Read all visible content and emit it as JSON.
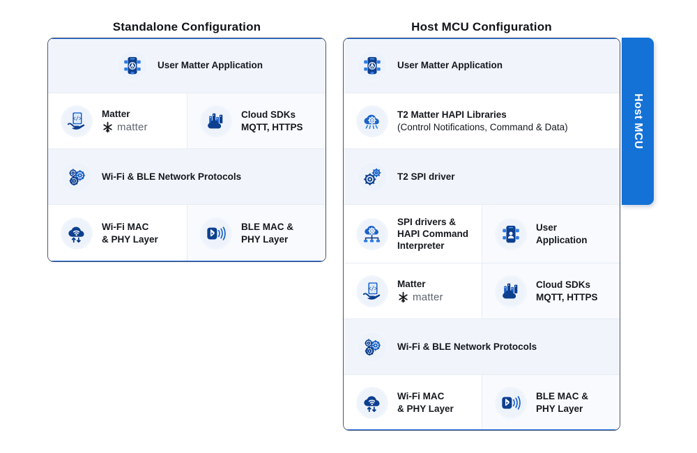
{
  "columns": {
    "left": {
      "title": "Standalone Configuration"
    },
    "right": {
      "title": "Host MCU Configuration"
    }
  },
  "host_tab": {
    "label": "Host MCU",
    "color": "#1471d6"
  },
  "theme": {
    "panel_border": "#4a5370",
    "panel_accent": "#1f6fe0",
    "row_tint": "#f1f5fb",
    "icon_halo": "#eef3fb",
    "text": "#15181d",
    "matter_word": "#5d646e"
  },
  "matter_logo": {
    "word": "matter"
  },
  "left_panel": {
    "rows": [
      {
        "style": "tint",
        "cells": [
          {
            "icon": "matter-app-icon",
            "title": "User Matter Application",
            "align": "center"
          }
        ]
      },
      {
        "style": "plain",
        "cells": [
          {
            "icon": "matter-hand-icon",
            "title": "Matter",
            "matter_logo": true
          },
          {
            "icon": "cloud-sdk-icon",
            "title": "Cloud SDKs",
            "line2": "MQTT, HTTPS"
          }
        ]
      },
      {
        "style": "tint",
        "cells": [
          {
            "icon": "gears-icon",
            "title": "Wi-Fi & BLE Network Protocols"
          }
        ]
      },
      {
        "style": "plain",
        "cells": [
          {
            "icon": "wifi-cloud-icon",
            "title": "Wi-Fi MAC",
            "line2": "& PHY Layer"
          },
          {
            "icon": "bluetooth-icon",
            "title": "BLE MAC &",
            "line2": "PHY Layer"
          }
        ]
      }
    ]
  },
  "right_panel": {
    "rows": [
      {
        "style": "tint",
        "cells": [
          {
            "icon": "matter-app-icon",
            "title": "User Matter Application"
          }
        ]
      },
      {
        "style": "plain",
        "cells": [
          {
            "icon": "hapi-cloud-icon",
            "title": "T2 Matter HAPI Libraries",
            "line2": "(Control Notifications, Command & Data)",
            "line2_regular": true
          }
        ]
      },
      {
        "style": "tint",
        "cells": [
          {
            "icon": "spi-gears-icon",
            "title": "T2 SPI driver"
          }
        ]
      },
      {
        "style": "plain",
        "cells": [
          {
            "icon": "spi-hapi-icon",
            "title": "SPI drivers &",
            "line2": "HAPI Command",
            "line3": "Interpreter"
          },
          {
            "icon": "user-app-icon",
            "title": "User",
            "line2": "Application"
          }
        ]
      },
      {
        "style": "plain",
        "cells": [
          {
            "icon": "matter-hand-icon",
            "title": "Matter",
            "matter_logo": true
          },
          {
            "icon": "cloud-sdk-icon",
            "title": "Cloud SDKs",
            "line2": "MQTT, HTTPS"
          }
        ]
      },
      {
        "style": "tint",
        "cells": [
          {
            "icon": "gears-icon",
            "title": "Wi-Fi & BLE Network Protocols"
          }
        ]
      },
      {
        "style": "plain",
        "cells": [
          {
            "icon": "wifi-cloud-icon",
            "title": "Wi-Fi MAC",
            "line2": "& PHY Layer"
          },
          {
            "icon": "bluetooth-icon",
            "title": "BLE MAC &",
            "line2": "PHY Layer"
          }
        ]
      }
    ]
  }
}
